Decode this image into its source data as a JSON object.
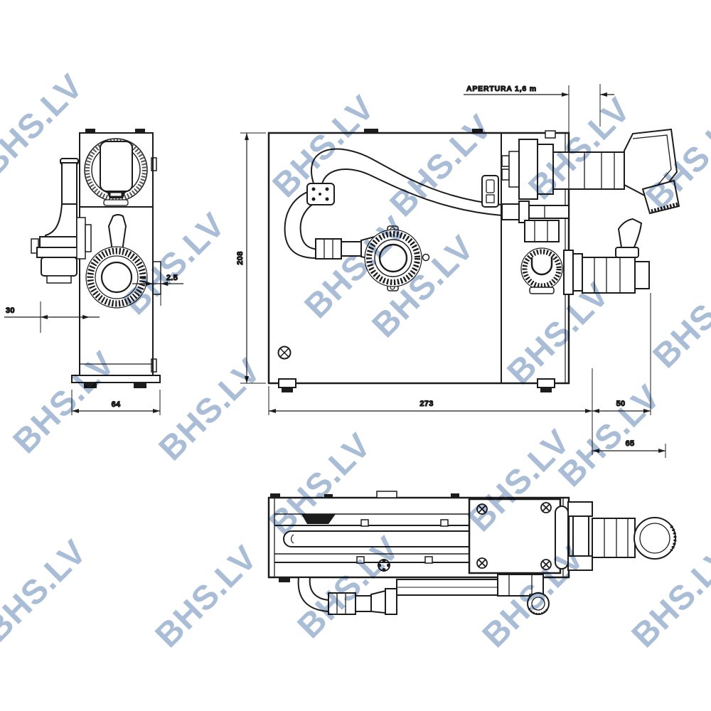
{
  "watermark": {
    "text": "BHS.LV",
    "color": "#97aecf"
  },
  "drawing": {
    "line_color": "#1c1c1c",
    "labels": {
      "apertura": "APERTURA  1,6 m",
      "dim_side_tab": "2.5",
      "dim_side_offset": "30",
      "dim_side_width": "64",
      "dim_front_height": "208",
      "dim_front_width": "273",
      "dim_fitting_offset": "50",
      "dim_fitting_width": "65"
    }
  }
}
